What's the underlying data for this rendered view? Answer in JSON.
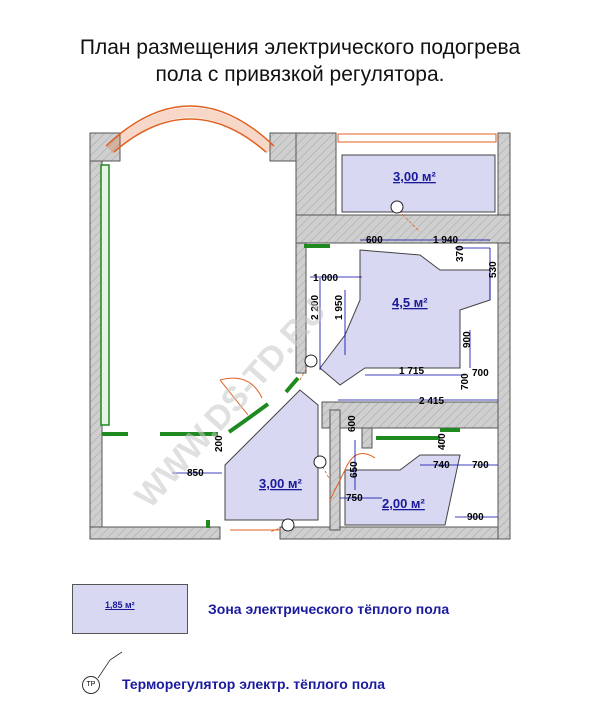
{
  "title": {
    "line1": "План размещения электрического подогрева",
    "line2": "пола с привязкой регулятора."
  },
  "zones": [
    {
      "label": "3,00 м²"
    },
    {
      "label": "4,5 м²"
    },
    {
      "label": "3,00 м²"
    },
    {
      "label": "2,00 м²"
    }
  ],
  "thermostat_symbol": "ТР",
  "dimensions": [
    "600",
    "1 940",
    "1 000",
    "370",
    "530",
    "2 200",
    "1 950",
    "900",
    "1 715",
    "700",
    "700",
    "2 415",
    "600",
    "400",
    "200",
    "850",
    "650",
    "740",
    "700",
    "750",
    "900"
  ],
  "watermark": "WWW.DS-TD.RU",
  "legend": {
    "zone_sample": "1,85 м²",
    "zone_label": "Зона электрического тёплого пола",
    "thermostat_label": "Терморегулятор электр. тёплого пола"
  },
  "colors": {
    "wall": "#c8c8c8",
    "zone_fill": "#d8d8f2",
    "heat_wire": "#1f8a1f",
    "dimension_line": "#0000aa"
  }
}
